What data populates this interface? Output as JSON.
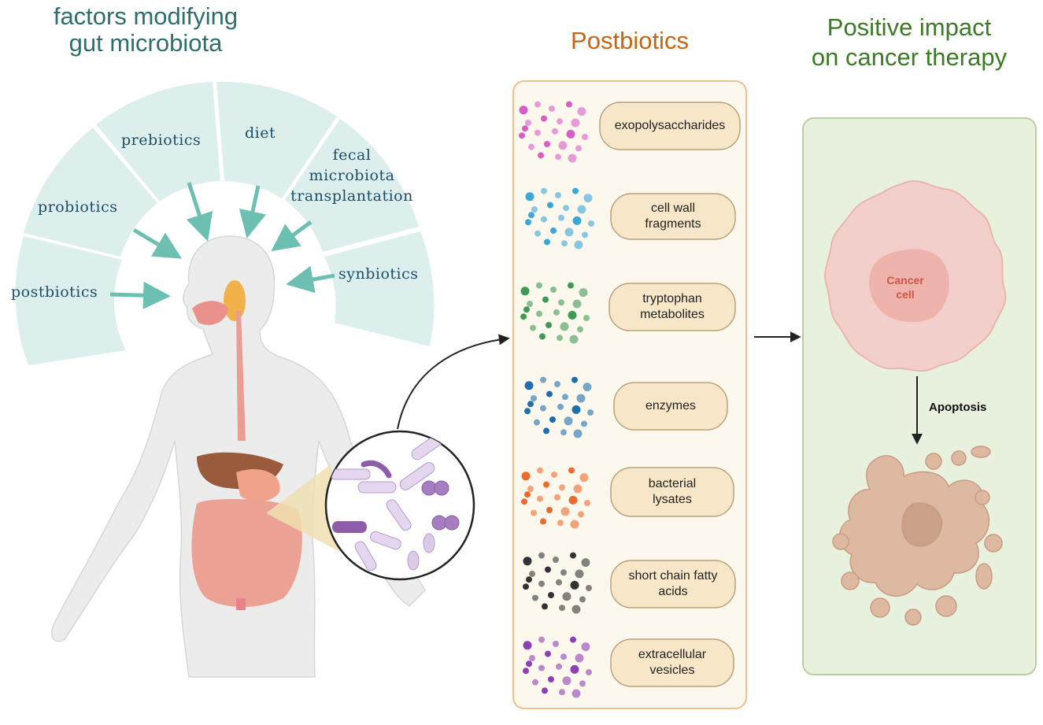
{
  "header": {
    "left_title": [
      "factors modifying",
      "gut microbiota"
    ],
    "middle_title": "Postbiotics",
    "right_title": [
      "Positive impact",
      "on cancer therapy"
    ]
  },
  "factors": {
    "postbiotics": "postbiotics",
    "probiotics": "probiotics",
    "prebiotics": "prebiotics",
    "diet": "diet",
    "fmt": [
      "fecal",
      "microbiota",
      "transplantation"
    ],
    "synbiotics": "synbiotics"
  },
  "postbiotics": [
    {
      "label": [
        "exopolysaccharides"
      ],
      "color": "#d65fc6"
    },
    {
      "label": [
        "cell wall",
        "fragments"
      ],
      "color": "#3aa7d6"
    },
    {
      "label": [
        "tryptophan",
        "metabolites"
      ],
      "color": "#3f9a57"
    },
    {
      "label": [
        "enzymes"
      ],
      "color": "#1f6fae"
    },
    {
      "label": [
        "bacterial",
        "lysates"
      ],
      "color": "#ec6a2c"
    },
    {
      "label": [
        "short chain fatty",
        "acids"
      ],
      "color": "#333333"
    },
    {
      "label": [
        "extracellular",
        "vesicles"
      ],
      "color": "#8e3fb5"
    }
  ],
  "outcome": {
    "cancer_label": [
      "Cancer",
      "cell"
    ],
    "apoptosis": "Apoptosis"
  },
  "colors": {
    "fan": "#dcefec",
    "arrow": "#6dbfb2",
    "panel_border": "#f0c08a",
    "panel_fill": "#fdf8ee",
    "pill_fill": "#f7e7c8",
    "outcome_fill": "#e8f0de",
    "outcome_border": "#b9cfa3"
  }
}
